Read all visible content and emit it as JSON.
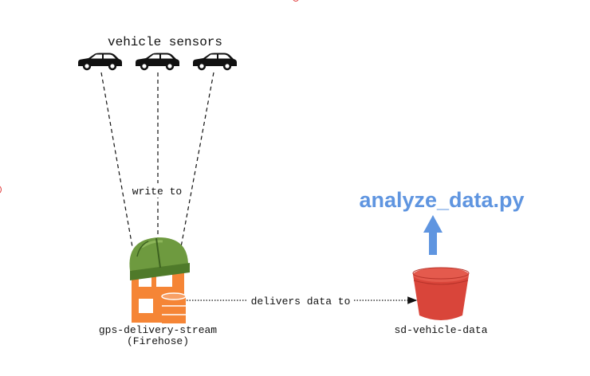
{
  "diagram": {
    "sensors_label": "vehicle sensors",
    "write_label": "write to",
    "delivers_label": "delivers data to",
    "stream_name": "gps-delivery-stream",
    "stream_type": "(Firehose)",
    "bucket_name": "sd-vehicle-data",
    "script_name": "analyze_data.py"
  },
  "nodes": [
    {
      "id": "car-1",
      "icon": "car-icon"
    },
    {
      "id": "car-2",
      "icon": "car-icon"
    },
    {
      "id": "car-3",
      "icon": "car-icon"
    },
    {
      "id": "firehose",
      "icon": "firehose-icon"
    },
    {
      "id": "bucket",
      "icon": "s3-bucket-icon"
    }
  ],
  "edges": [
    {
      "from": "car-1",
      "to": "firehose",
      "style": "dashed"
    },
    {
      "from": "car-2",
      "to": "firehose",
      "style": "dashed"
    },
    {
      "from": "car-3",
      "to": "firehose",
      "style": "dashed"
    },
    {
      "from": "firehose",
      "to": "bucket",
      "style": "dotted"
    }
  ],
  "colors": {
    "firehose_orange": "#f58536",
    "helmet_green": "#6e9a3f",
    "bucket_red": "#d9453a",
    "script_blue": "#5f95e0",
    "line": "#111111"
  }
}
